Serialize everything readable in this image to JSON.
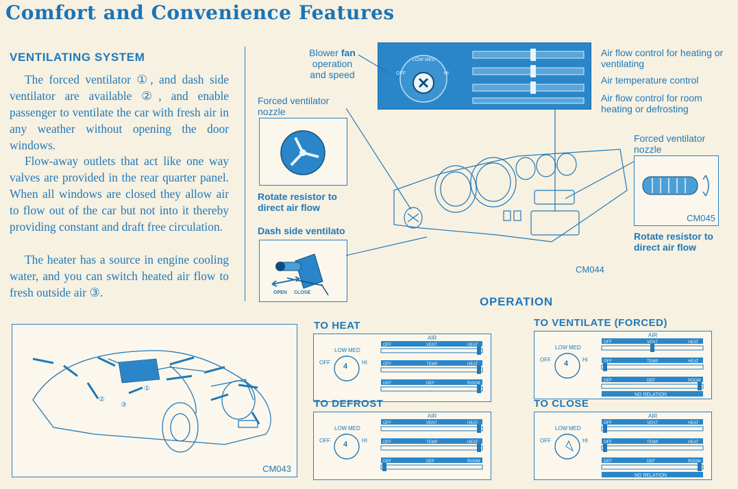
{
  "page_title": "Comfort and Convenience Features",
  "ventilating": {
    "heading": "VENTILATING SYSTEM",
    "paragraphs": [
      "The forced ventilator ①, and dash side ventilator are available ②, and enable passenger to ventilate the car with fresh air in any weather without opening the door windows.",
      "Flow-away outlets that act like one way valves are provided in the rear quarter panel. When all windows are closed they allow air to flow out of the car but not into it thereby providing constant and draft free circulation.",
      "The heater has a source in engine cooling water, and you can switch heated air flow to fresh outside air ③."
    ]
  },
  "diagram": {
    "blower_label_pre": "Blower ",
    "blower_label_bold": "fan",
    "blower_label_rest": "operation and speed",
    "forced_vent_nozzle": "Forced ventilator nozzle",
    "rotate_resistor": "Rotate resistor to direct air flow",
    "dash_side": "Dash side ventilato",
    "open": "OPEN",
    "close": "CLOSE",
    "right_labels": [
      "Air flow control for heating or ventilating",
      "Air temperature control",
      "Air flow control for room heating or defrosting"
    ],
    "right_nozzle": "Forced ventilator nozzle",
    "right_rotate": "Rotate resistor to direct air flow",
    "codes": {
      "cm044": "CM044",
      "cm045": "CM045",
      "cm043": "CM043"
    },
    "dial": {
      "low": "LOW",
      "med": "MED",
      "off": "OFF",
      "hi": "HI"
    },
    "callouts": [
      "①",
      "②",
      "③"
    ]
  },
  "operation": {
    "title": "OPERATION",
    "panels": [
      {
        "heading": "TO HEAT",
        "air_pos": 1.0,
        "temp_pos": 1.0,
        "def_pos": 1.0,
        "fan": 4,
        "no_relation": false
      },
      {
        "heading": "TO VENTILATE (FORCED)",
        "air_pos": 0.5,
        "temp_pos": 0.0,
        "def_pos": 1.0,
        "fan": 4,
        "no_relation": true
      },
      {
        "heading": "TO DEFROST",
        "air_pos": 1.0,
        "temp_pos": 1.0,
        "def_pos": 0.0,
        "fan": 4,
        "no_relation": false
      },
      {
        "heading": "TO CLOSE",
        "air_pos": 0.0,
        "temp_pos": 0.0,
        "def_pos": 1.0,
        "fan": 0,
        "no_relation": true
      }
    ],
    "slider_labels": {
      "air": "AIR",
      "vent": "VENT",
      "heat": "HEAT",
      "temp": "TEMP",
      "def": "DEF",
      "room": "ROOM",
      "off": "OFF",
      "no_relation": "NO RELATION"
    },
    "fan_number": "4"
  },
  "colors": {
    "ink": "#1f78b8",
    "paper": "#f7f1e2",
    "panel_fill": "#2a86c8"
  }
}
